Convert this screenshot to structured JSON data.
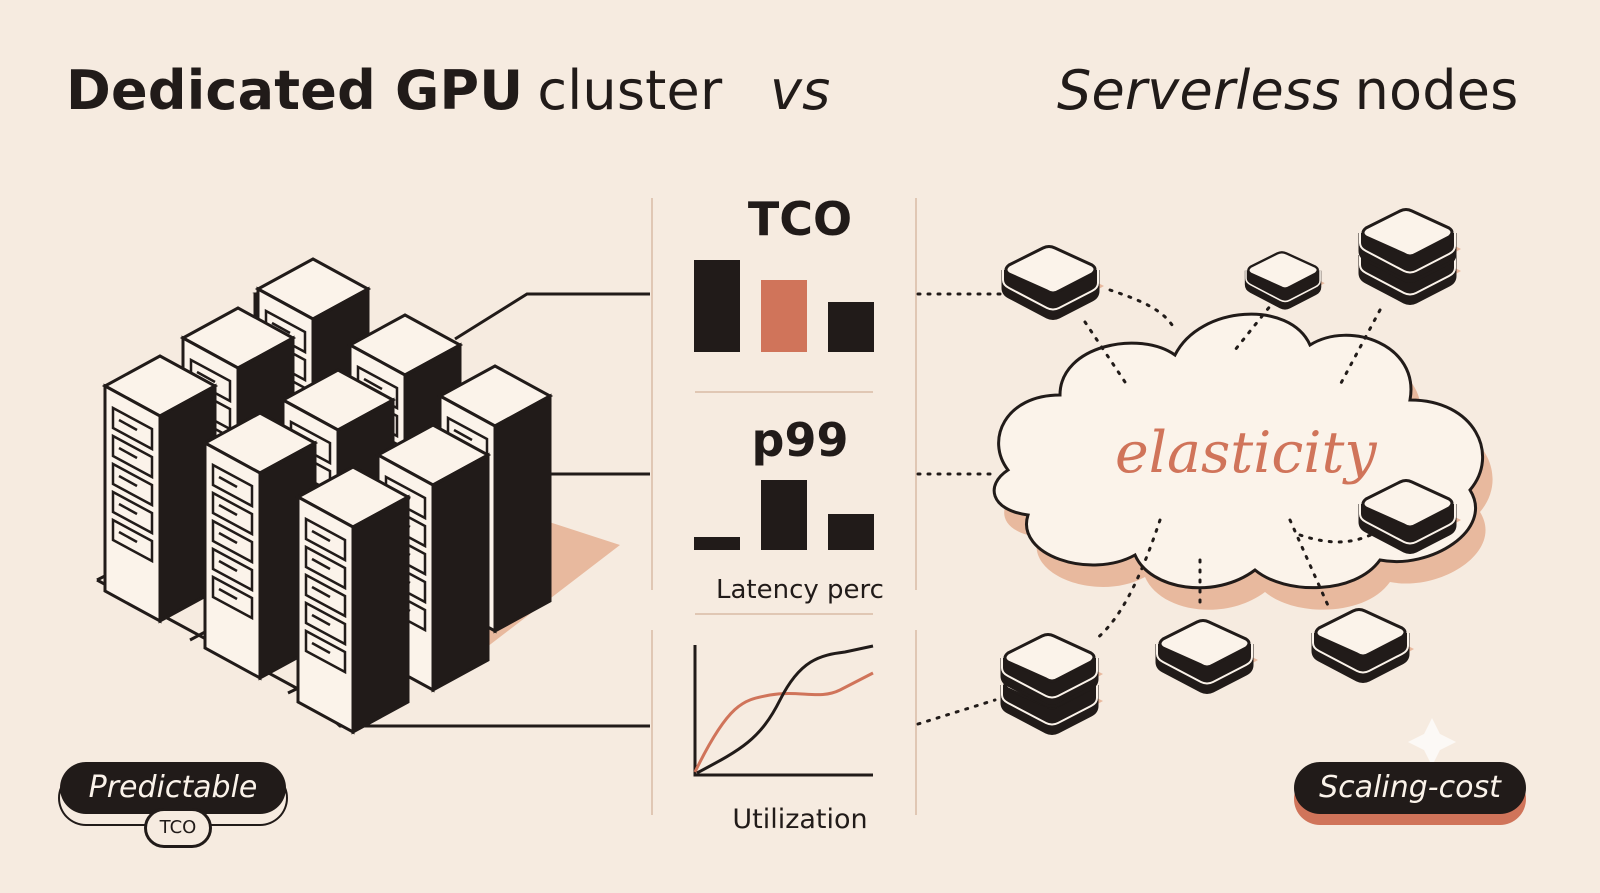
{
  "title": {
    "left_bold": "Dedicated GPU",
    "left_light": "cluster",
    "vs": "vs",
    "right_italic": "Serverless",
    "right_plain": "nodes"
  },
  "metrics": {
    "tco_title": "TCO",
    "p99_title": "p99",
    "latency_label": "Latency perc",
    "utilization_label": "Utilization"
  },
  "cloud_label": "elasticity",
  "pills": {
    "left": "Predictable",
    "left_badge": "TCO",
    "right": "Scaling-cost"
  },
  "colors": {
    "background": "#f6ebe0",
    "ink": "#211b19",
    "accent": "#d0745a",
    "shadow": "#e8b99e"
  }
}
